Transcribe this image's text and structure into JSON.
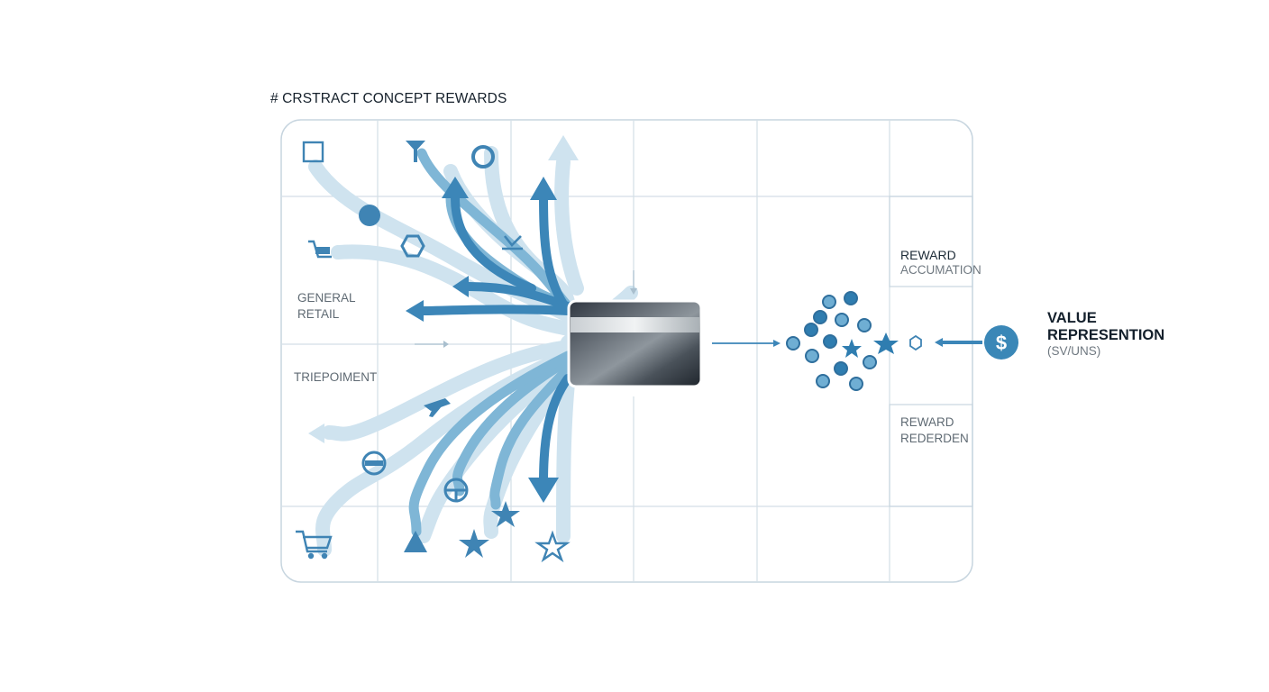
{
  "heading": "# CRSTRACT CONCEPT REWARDS",
  "categories": {
    "general_retail": [
      "GENERAL",
      "RETAIL"
    ],
    "travel": "TRIEPOIMENT"
  },
  "accumulation": {
    "line1": "REWARD",
    "line2": "ACCUMATION"
  },
  "redemption": {
    "line1": "REWARD",
    "line2": "REDERDEN"
  },
  "value": {
    "line1": "VALUE",
    "line2": "REPRESENTION",
    "line3": "(SV/UNS)"
  },
  "icons": {
    "currency": "dollar-icon",
    "token": "hexagon-icon",
    "card": "credit-card-icon",
    "category_glyphs": [
      "square-icon",
      "cocktail-icon",
      "ring-icon",
      "dot-icon",
      "hexagon-icon",
      "basket-icon",
      "cart-icon",
      "plane-icon",
      "no-entry-icon",
      "steering-wheel-icon",
      "triangle-icon",
      "star-icon",
      "star-outline-icon"
    ]
  },
  "colors": {
    "arrow_light": "#cfe3ef",
    "arrow_mid": "#7fb6d6",
    "arrow_dark": "#3c86b8",
    "grid": "#c7d5df",
    "accent": "#3a87b7"
  }
}
